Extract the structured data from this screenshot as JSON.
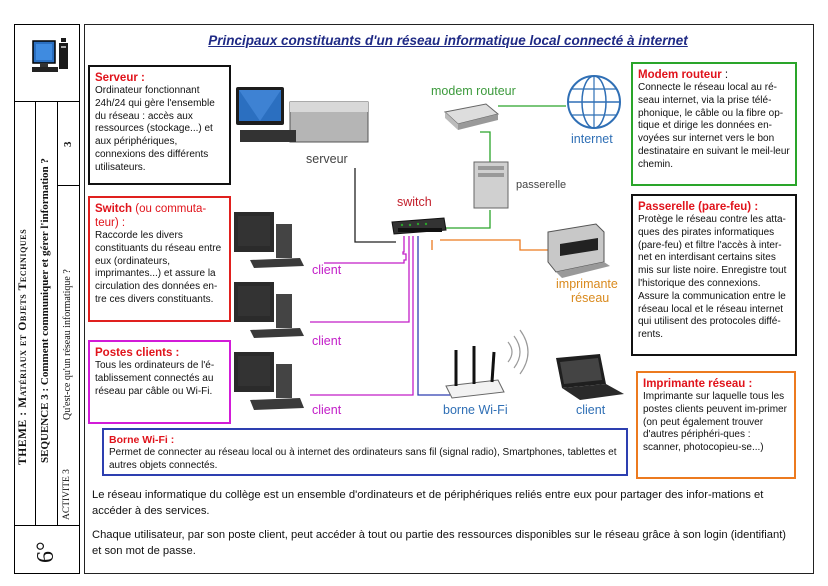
{
  "sidebar": {
    "theme_label": "THEME : Matériaux et Objets Techniques",
    "sequence_label": "SEQUENCE 3 : Comment communiquer et gérer l'information ?",
    "sequence_number": "3",
    "activity_label": "ACTIVITE 3",
    "activity_question": "Qu'est-ce qu'un réseau informatique ?",
    "grade": "6°"
  },
  "title": "Principaux constituants d'un réseau informatique local connecté à internet",
  "boxes": {
    "serveur": {
      "heading": "Serveur :",
      "text": "Ordinateur fonctionnant 24h/24 qui gère l'ensemble du réseau : accès aux ressources (stockage...) et aux périphériques, connexions des différents utilisateurs.",
      "color": "#e0131b"
    },
    "switch": {
      "heading": "Switch",
      "heading_extra": " (ou commuta-teur) :",
      "text": "Raccorde les divers constituants du réseau entre eux (ordinateurs, imprimantes...) et assure la circulation des données en-tre ces divers constituants.",
      "color": "#e0131b"
    },
    "postes": {
      "heading": "Postes clients :",
      "text": "Tous les ordinateurs de l'é-tablissement connectés au réseau par câble ou Wi-Fi.",
      "color": "#e0131b"
    },
    "modem": {
      "heading": "Modem routeur",
      "heading_extra": " :",
      "text": "Connecte le réseau local au ré-seau internet, via la prise télé-phonique, le câble ou la fibre op-tique et dirige les données en-voyées sur internet vers le bon destinataire en suivant le meil-leur chemin.",
      "color": "#e0131b"
    },
    "passerelle": {
      "heading": "Passerelle (pare-feu) :",
      "text": "Protège le réseau contre les atta-ques des pirates informatiques (pare-feu) et filtre l'accès à inter-net en interdisant certains sites mis sur liste noire. Enregistre tout l'historique des connexions. Assure la communication entre le réseau local et le réseau internet qui utilisent des protocoles diffé-rents.",
      "color": "#e0131b"
    },
    "imprimante": {
      "heading": "Imprimante réseau :",
      "text": "Imprimante sur laquelle tous les postes clients peuvent im-primer (on peut également trouver d'autres périphéri-ques : scanner, photocopieu-se...)",
      "color": "#e0131b"
    },
    "borne": {
      "heading": "Borne Wi-Fi :",
      "text": "Permet de connecter au réseau local ou à internet des ordinateurs sans fil (signal radio), Smartphones, tablettes et autres objets connectés.",
      "color": "#e0131b"
    }
  },
  "diagram": {
    "serveur": "serveur",
    "modem_routeur": "modem routeur",
    "internet": "internet",
    "passerelle": "passerelle",
    "switch": "switch",
    "client1": "client",
    "client2": "client",
    "client3": "client",
    "imprimante1": "imprimante",
    "imprimante2": "réseau",
    "borne": "borne Wi-Fi",
    "client_laptop": "client"
  },
  "paragraphs": [
    "Le réseau informatique du collège est un ensemble d'ordinateurs et de périphériques reliés entre eux pour partager des infor-mations et accéder à des services.",
    "Chaque utilisateur, par son poste client, peut accéder à tout ou partie des ressources disponibles sur le réseau grâce à son login (identifiant) et son mot de passe."
  ],
  "colors": {
    "serveur_border": "#111111",
    "switch_border": "#e0201e",
    "postes_border": "#d21bd8",
    "modem_border": "#2aa52a",
    "passerelle_border": "#111111",
    "imprimante_border": "#ec7a1f",
    "borne_border": "#2d3fb0",
    "title": "#1f2a85",
    "label_green": "#3c9a3c",
    "label_blue": "#2f6fb5",
    "label_magenta": "#c21ec8",
    "label_orange": "#d98a1e"
  }
}
